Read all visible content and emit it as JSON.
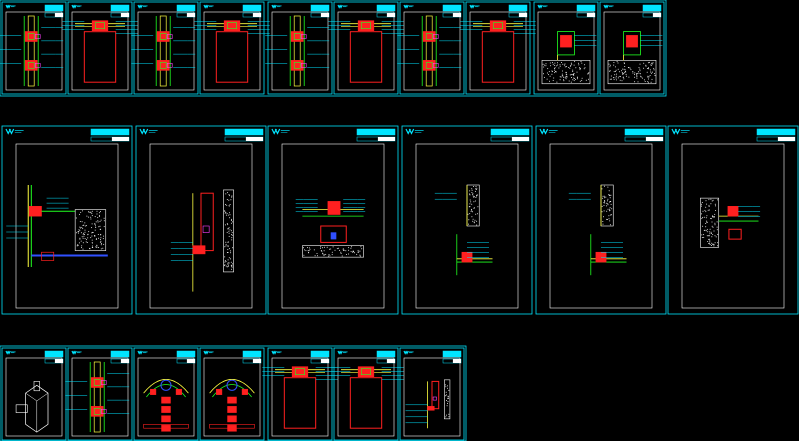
{
  "colors": {
    "background": "#000000",
    "frame": "#00e5ff",
    "detail_red": "#ff2020",
    "detail_green": "#20ff20",
    "detail_yellow": "#ffff40",
    "detail_blue": "#3050ff",
    "detail_magenta": "#ff40ff",
    "concrete": "#ffffff",
    "logo": "#00e5ff"
  },
  "sheets": {
    "row1": [
      {
        "id": "r1-1",
        "kind": "mullion-vertical"
      },
      {
        "id": "r1-2",
        "kind": "box-section"
      },
      {
        "id": "r1-3",
        "kind": "mullion-vertical"
      },
      {
        "id": "r1-4",
        "kind": "box-section"
      },
      {
        "id": "r1-5",
        "kind": "mullion-vertical"
      },
      {
        "id": "r1-6",
        "kind": "box-section"
      },
      {
        "id": "r1-7",
        "kind": "mullion-vertical"
      },
      {
        "id": "r1-8",
        "kind": "box-section"
      },
      {
        "id": "r1-9",
        "kind": "slab-anchor"
      },
      {
        "id": "r1-10",
        "kind": "slab-anchor"
      }
    ],
    "row2": [
      {
        "id": "r2-1",
        "kind": "wall-anchor"
      },
      {
        "id": "r2-2",
        "kind": "vertical-bracket"
      },
      {
        "id": "r2-3",
        "kind": "base-section"
      },
      {
        "id": "r2-4",
        "kind": "jamb-detail"
      },
      {
        "id": "r2-5",
        "kind": "jamb-detail"
      },
      {
        "id": "r2-6",
        "kind": "side-anchor"
      }
    ],
    "row3": [
      {
        "id": "r3-1",
        "kind": "isometric"
      },
      {
        "id": "r3-2",
        "kind": "mullion-vertical"
      },
      {
        "id": "r3-3",
        "kind": "corner-joint"
      },
      {
        "id": "r3-4",
        "kind": "corner-joint"
      },
      {
        "id": "r3-5",
        "kind": "box-section"
      },
      {
        "id": "r3-6",
        "kind": "box-section"
      },
      {
        "id": "r3-7",
        "kind": "vertical-bracket"
      }
    ]
  }
}
